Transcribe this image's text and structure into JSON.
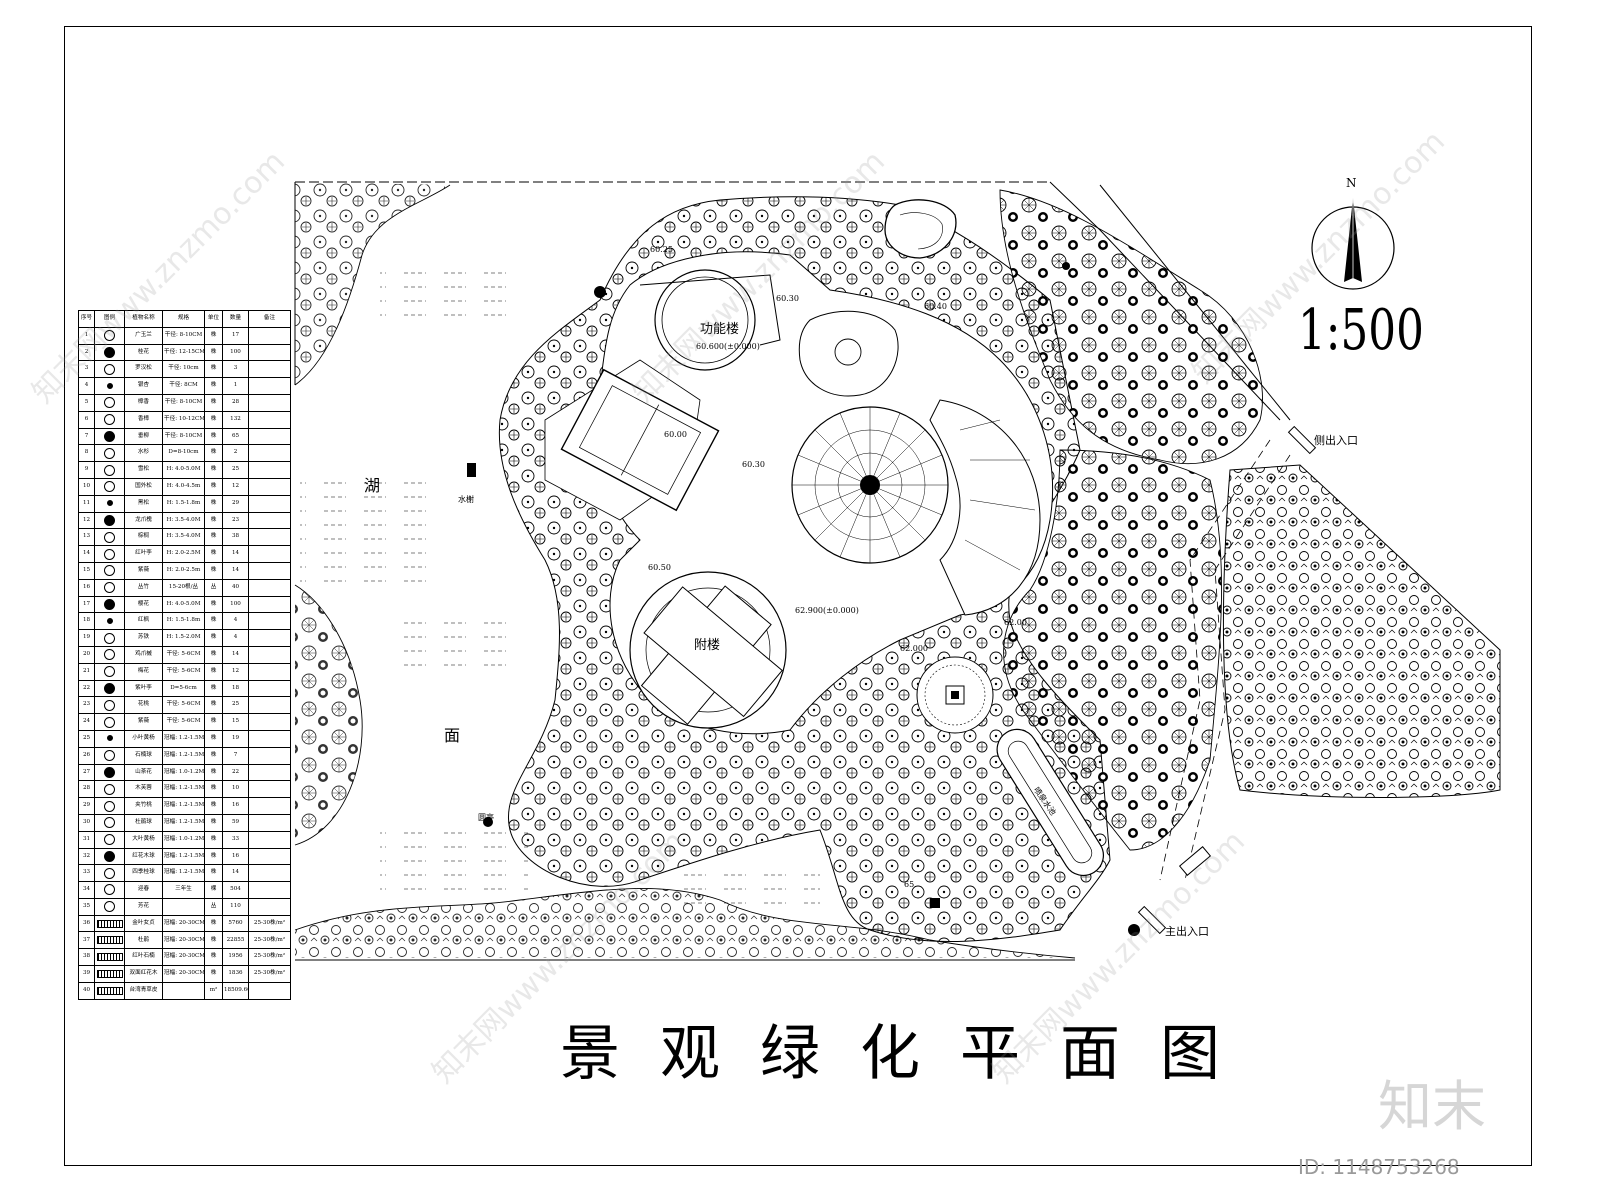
{
  "drawing": {
    "title": "景观绿化平面图",
    "scale": "1:500",
    "north": "N"
  },
  "legend": {
    "headers": [
      "序号",
      "图例",
      "植物名称",
      "规格",
      "单位",
      "数量",
      "备注"
    ],
    "rows": [
      [
        "1",
        "广玉兰",
        "干径: 8-10CM",
        "株",
        "17",
        ""
      ],
      [
        "2",
        "桂花",
        "干径: 12-15CM",
        "株",
        "100",
        ""
      ],
      [
        "3",
        "罗汉松",
        "干径: 10cm",
        "株",
        "3",
        ""
      ],
      [
        "4",
        "银杏",
        "干径: 8CM",
        "株",
        "1",
        ""
      ],
      [
        "5",
        "樟香",
        "干径: 8-10CM",
        "株",
        "28",
        ""
      ],
      [
        "6",
        "香樟",
        "干径: 10-12CM",
        "株",
        "132",
        ""
      ],
      [
        "7",
        "垂柳",
        "干径: 8-10CM",
        "株",
        "65",
        ""
      ],
      [
        "8",
        "水杉",
        "D=8-10cm",
        "株",
        "2",
        ""
      ],
      [
        "9",
        "雪松",
        "H: 4.0-5.0M",
        "株",
        "25",
        ""
      ],
      [
        "10",
        "国外松",
        "H: 4.0-4.5m",
        "株",
        "12",
        ""
      ],
      [
        "11",
        "黑松",
        "H: 1.5-1.8m",
        "株",
        "29",
        ""
      ],
      [
        "12",
        "龙爪槐",
        "H: 3.5-4.0M",
        "株",
        "23",
        ""
      ],
      [
        "13",
        "棕榈",
        "H: 3.5-4.0M",
        "株",
        "38",
        ""
      ],
      [
        "14",
        "红叶李",
        "H: 2.0-2.5M",
        "株",
        "14",
        ""
      ],
      [
        "15",
        "紫薇",
        "H: 2.0-2.5m",
        "株",
        "14",
        ""
      ],
      [
        "16",
        "丛竹",
        "15-20根/丛",
        "丛",
        "40",
        ""
      ],
      [
        "17",
        "樱花",
        "H: 4.0-5.0M",
        "株",
        "100",
        ""
      ],
      [
        "18",
        "红枫",
        "H: 1.5-1.8m",
        "株",
        "4",
        ""
      ],
      [
        "19",
        "苏铁",
        "H: 1.5-2.0M",
        "株",
        "4",
        ""
      ],
      [
        "20",
        "鸡爪槭",
        "干径: 5-6CM",
        "株",
        "14",
        ""
      ],
      [
        "21",
        "梅花",
        "干径: 5-6CM",
        "株",
        "12",
        ""
      ],
      [
        "22",
        "紫叶李",
        "D=5-6cm",
        "株",
        "18",
        ""
      ],
      [
        "23",
        "花桃",
        "干径: 5-6CM",
        "株",
        "25",
        ""
      ],
      [
        "24",
        "紫薇",
        "干径: 5-6CM",
        "株",
        "15",
        ""
      ],
      [
        "25",
        "小叶黄杨",
        "冠幅: 1.2-1.5M",
        "株",
        "19",
        ""
      ],
      [
        "26",
        "石楠球",
        "冠幅: 1.2-1.5M",
        "株",
        "7",
        ""
      ],
      [
        "27",
        "山茶花",
        "冠幅: 1.0-1.2M",
        "株",
        "22",
        ""
      ],
      [
        "28",
        "木芙蓉",
        "冠幅: 1.2-1.5M",
        "株",
        "10",
        ""
      ],
      [
        "29",
        "夹竹桃",
        "冠幅: 1.2-1.5M",
        "株",
        "16",
        ""
      ],
      [
        "30",
        "杜鹃球",
        "冠幅: 1.2-1.5M",
        "株",
        "59",
        ""
      ],
      [
        "31",
        "大叶黄杨",
        "冠幅: 1.0-1.2M",
        "株",
        "33",
        ""
      ],
      [
        "32",
        "红花木球",
        "冠幅: 1.2-1.5M",
        "株",
        "16",
        ""
      ],
      [
        "33",
        "四季桂球",
        "冠幅: 1.2-1.5M",
        "株",
        "14",
        ""
      ],
      [
        "34",
        "迎春",
        "三年生",
        "棵",
        "504",
        ""
      ],
      [
        "35",
        "芳花",
        "",
        "丛",
        "110",
        ""
      ],
      [
        "36",
        "金叶女贞",
        "冠幅: 20-30CM",
        "株",
        "5760",
        "25-30株/m²"
      ],
      [
        "37",
        "杜鹃",
        "冠幅: 20-30CM",
        "株",
        "22855",
        "25-30株/m²"
      ],
      [
        "38",
        "红叶石楠",
        "冠幅: 20-30CM",
        "株",
        "1956",
        "25-30株/m²"
      ],
      [
        "39",
        "双面红花木",
        "冠幅: 20-30CM",
        "株",
        "1836",
        "25-30株/m²"
      ],
      [
        "40",
        "台湾青草皮",
        "",
        "m²",
        "18509.66",
        ""
      ]
    ]
  },
  "labels": {
    "function_building": "功能楼",
    "annex_building": "附楼",
    "lake_char_1": "湖",
    "lake_char_2": "面",
    "side_entrance": "侧出入口",
    "main_entrance": "主出入口",
    "elev_60_25": "60.25",
    "elev_60_30a": "60.30",
    "elev_60_40": "60.40",
    "elev_60_600": "60.600(±0.000)",
    "elev_60_00": "60.00",
    "elev_60_30b": "60.30",
    "elev_60_50": "60.50",
    "elev_62_900": "62.900(±0.000)",
    "elev_62_000": "62.000",
    "elev_62_00": "62.00",
    "elev_65": "65.",
    "water_pavilion": "水榭",
    "pavilion": "圆亭",
    "fountain": "喷泉水池"
  },
  "watermark": {
    "brand": "知末",
    "id": "ID: 1148753268",
    "site": "知末网www.znzmo.com"
  }
}
